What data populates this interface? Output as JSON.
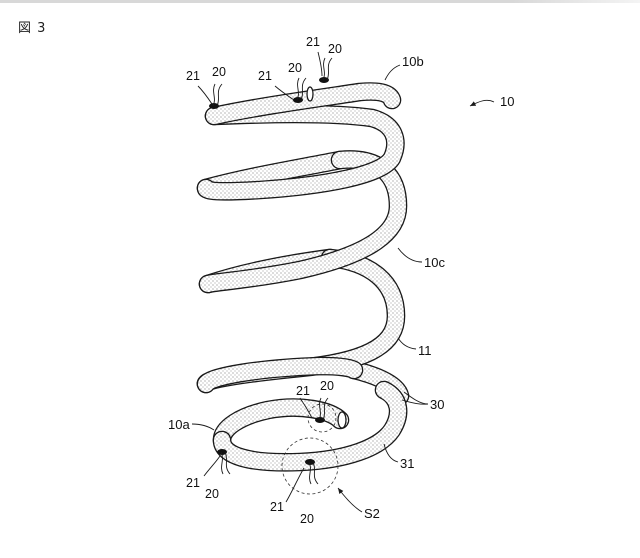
{
  "figure": {
    "title": "図 3"
  },
  "labels": {
    "spring": "10",
    "end_upper": "10b",
    "end_lower": "10a",
    "middle": "10c",
    "coating": "11",
    "piece_a": "30",
    "piece_b": "31",
    "detail": "S2",
    "top_left_21": "21",
    "top_left_20": "20",
    "top_mid_21": "21",
    "top_mid_20": "20",
    "top_right_21": "21",
    "top_right_20": "20",
    "bottom_back_21": "21",
    "bottom_back_20": "20",
    "bottom_left_21": "21",
    "bottom_left_20": "20",
    "bottom_front_21": "21",
    "bottom_front_20": "20"
  },
  "colors": {
    "ink": "#1a1a1a",
    "fill": "#ffffff",
    "stipple": "#555555"
  }
}
